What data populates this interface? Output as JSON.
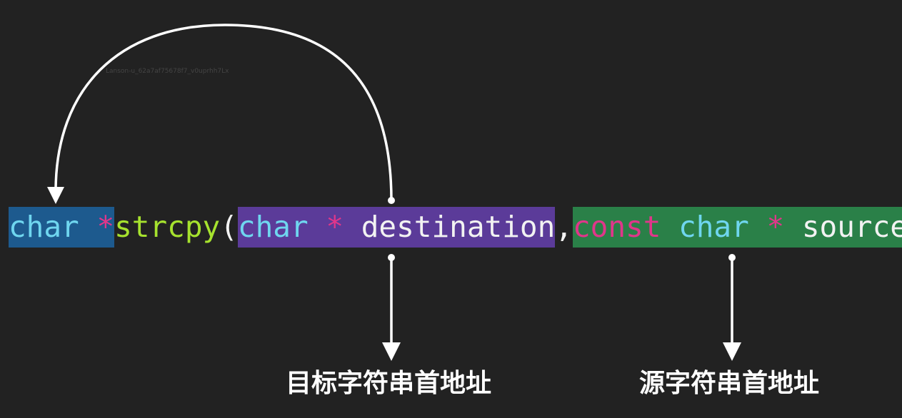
{
  "code": {
    "return_type": "char",
    "return_ptr": "*",
    "function_name": "strcpy",
    "open_paren": "(",
    "param1_type": "char",
    "param1_ptr": "*",
    "param1_name": "destination",
    "comma": ",",
    "param2_qualifier": "const",
    "param2_type": "char",
    "param2_ptr": "*",
    "param2_name": "source",
    "close": ");"
  },
  "labels": {
    "destination": "目标字符串首地址",
    "source": "源字符串首地址"
  },
  "watermark": "Lanson-u_62a7af75678f7_v0uprhh7Lx",
  "colors": {
    "background": "#222222",
    "return_highlight": "#1d5a8e",
    "destination_highlight": "#5b3b99",
    "source_highlight": "#2a8048",
    "type": "#6fd6ef",
    "pointer": "#e0368a",
    "function": "#a6e22e",
    "arrow": "#ffffff"
  }
}
